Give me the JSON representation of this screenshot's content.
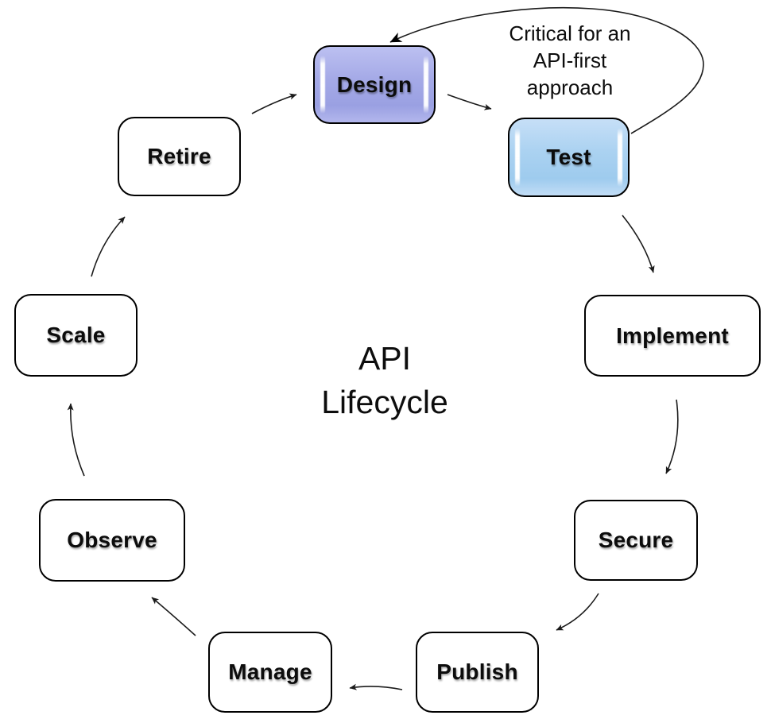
{
  "diagram": {
    "title": {
      "line1": "API",
      "line2": "Lifecycle"
    },
    "annotation": {
      "line1": "Critical for an",
      "line2": "API-first",
      "line3": "approach"
    },
    "stages": [
      {
        "id": "design",
        "label": "Design",
        "style": "purple"
      },
      {
        "id": "test",
        "label": "Test",
        "style": "blue"
      },
      {
        "id": "implement",
        "label": "Implement",
        "style": "plain"
      },
      {
        "id": "secure",
        "label": "Secure",
        "style": "plain"
      },
      {
        "id": "publish",
        "label": "Publish",
        "style": "plain"
      },
      {
        "id": "manage",
        "label": "Manage",
        "style": "plain"
      },
      {
        "id": "observe",
        "label": "Observe",
        "style": "plain"
      },
      {
        "id": "scale",
        "label": "Scale",
        "style": "plain"
      },
      {
        "id": "retire",
        "label": "Retire",
        "style": "plain"
      }
    ],
    "colors": {
      "design_fill": "#a5aae7",
      "test_fill": "#abd2f1",
      "plain_fill": "#ffffff",
      "border": "#000000",
      "arrow": "#1b1b1b",
      "background": "#ffffff"
    }
  }
}
